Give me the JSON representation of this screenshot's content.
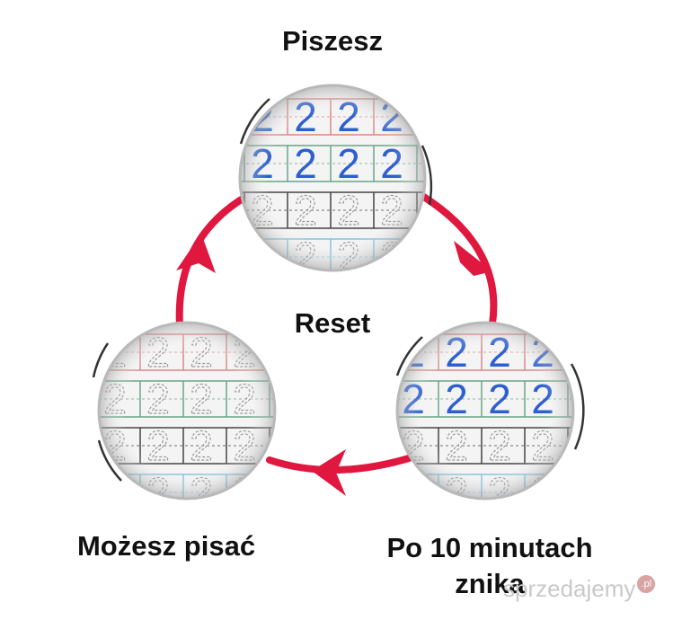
{
  "labels": {
    "top": "Piszesz",
    "center": "Reset",
    "left": "Możesz pisać",
    "right_line1": "Po 10 minutach",
    "right_line2": "znika"
  },
  "watermark": {
    "text": "sprzedajemy",
    "badge": ".pl"
  },
  "digit": "2",
  "colors": {
    "cycle": "#e0173f",
    "ink_blue": "#2d5fd0",
    "trace_gray": "#9a9a9a",
    "grid_red": "#d88a86",
    "grid_green": "#6aa587",
    "grid_dark": "#444444",
    "grid_blue": "#7fc3dd"
  },
  "circles": [
    {
      "id": "top",
      "row_styles": [
        "blue-red",
        "blue-green",
        "gray-dark",
        "gray-blue"
      ]
    },
    {
      "id": "right",
      "row_styles": [
        "blue-red",
        "blue-green",
        "gray-dark",
        "gray-blue"
      ]
    },
    {
      "id": "left",
      "row_styles": [
        "gray-red",
        "gray-green",
        "gray-dark",
        "gray-blue"
      ]
    }
  ]
}
